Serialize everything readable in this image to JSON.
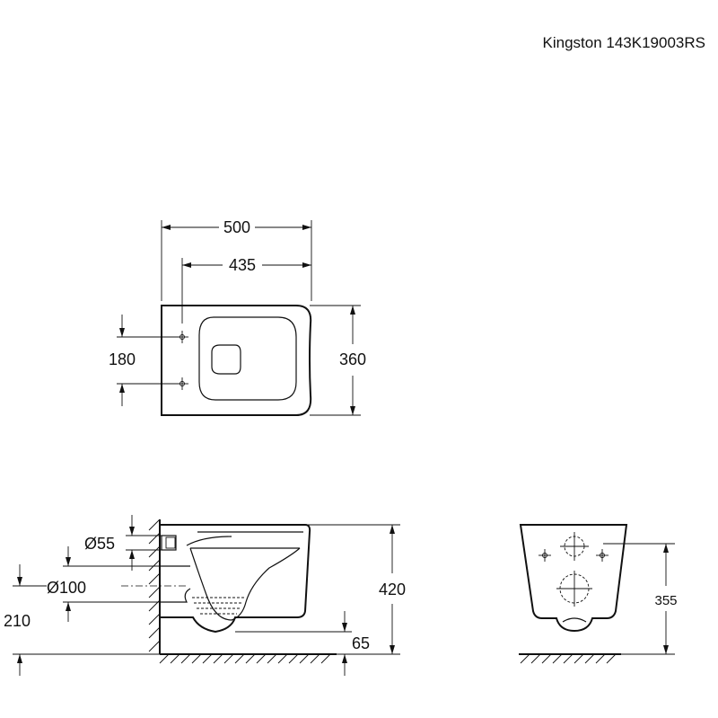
{
  "model_title": "Kingston 143K19003RS",
  "top_view": {
    "overall_length": "500",
    "fixing_distance": "435",
    "fixing_spacing": "180",
    "width": "360"
  },
  "side_view": {
    "inlet_diameter": "Ø55",
    "outlet_diameter": "Ø100",
    "outlet_height": "210",
    "height": "420",
    "front_gap": "65"
  },
  "rear_view": {
    "mount_height": "355"
  }
}
